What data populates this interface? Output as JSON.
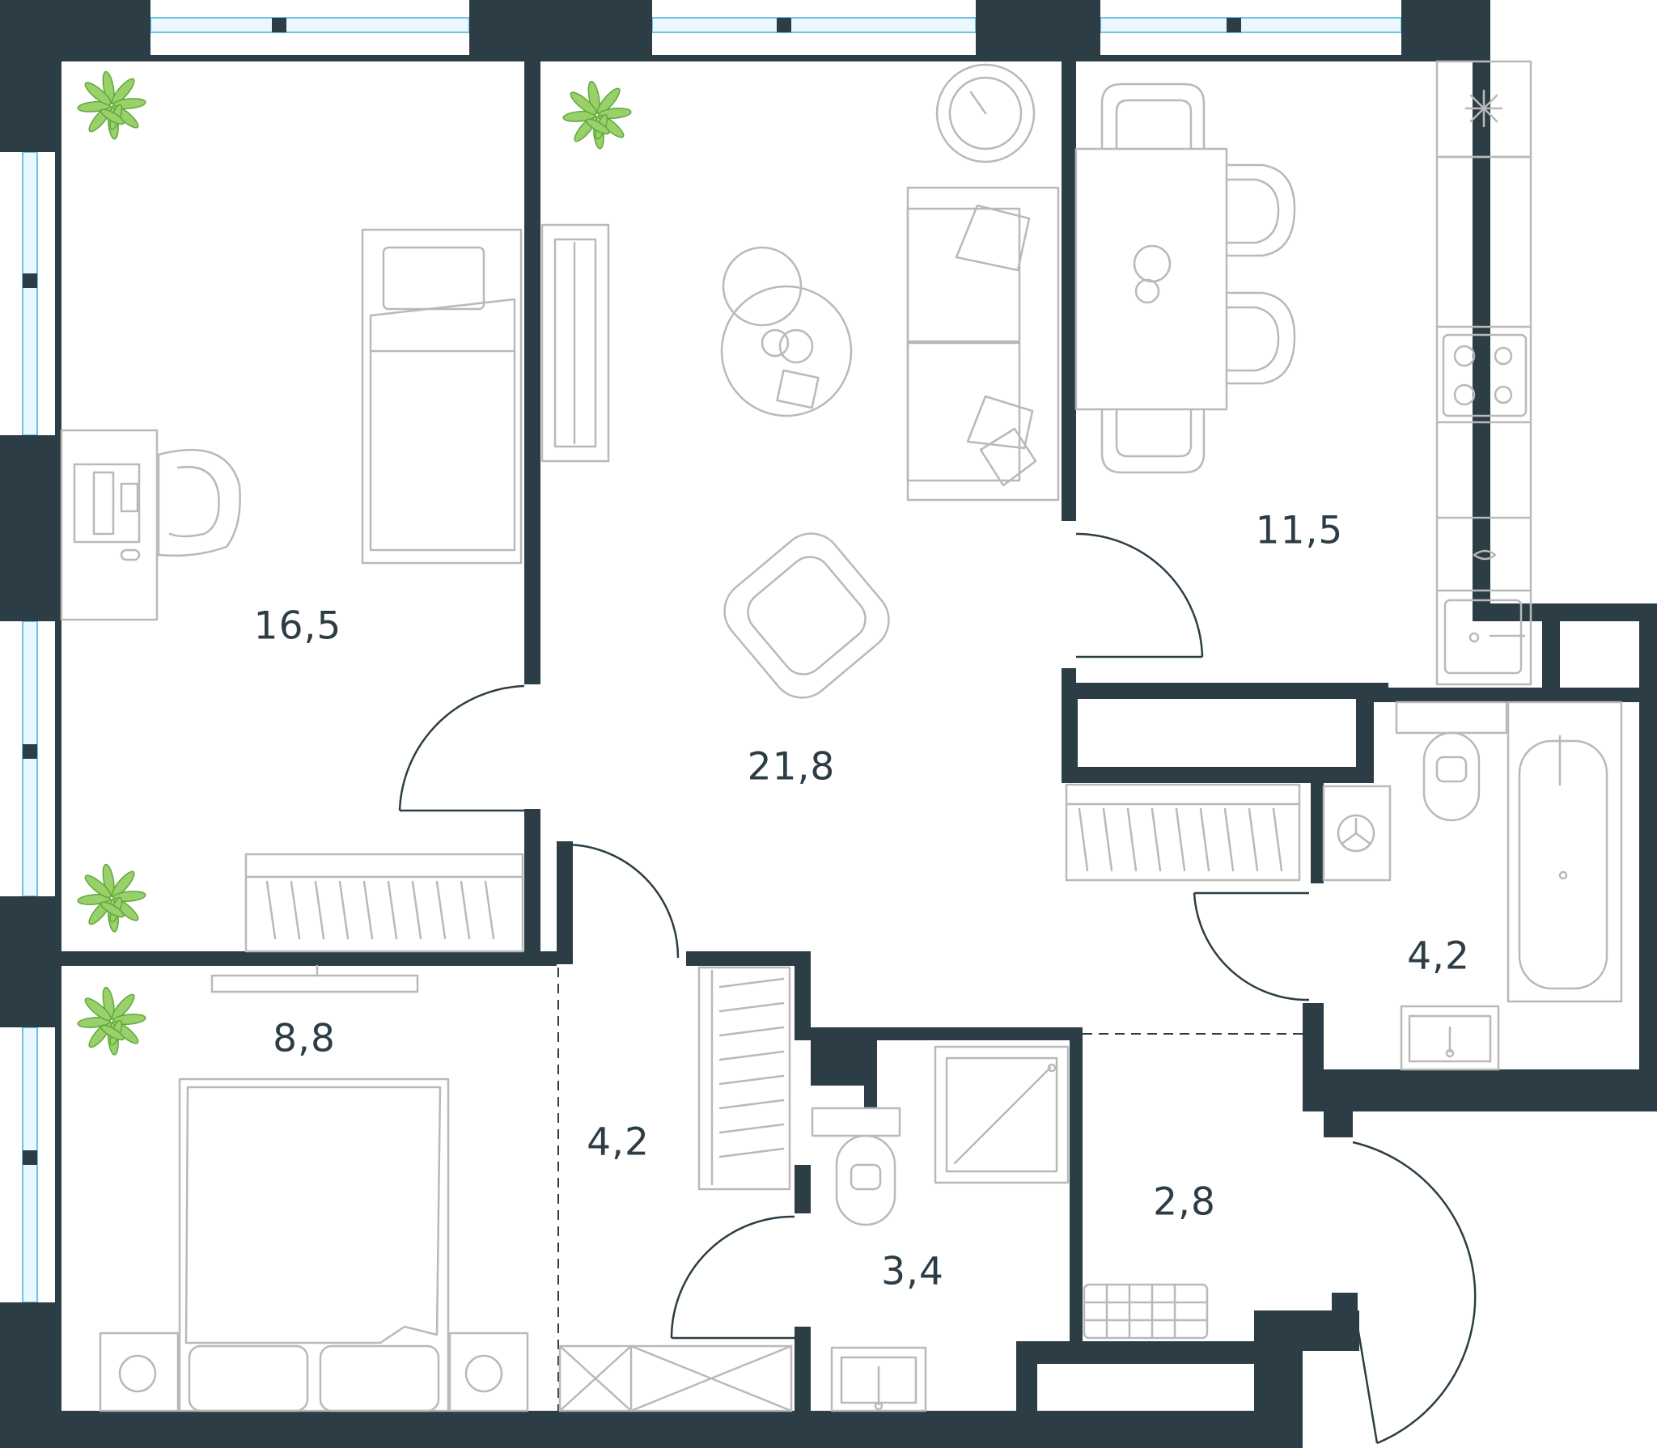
{
  "colors": {
    "wall": "#2c3d45",
    "furniture": "#b9b9b9",
    "glass": "#6fc3e6",
    "plant": "#8cc860",
    "label": "#2c3d45"
  },
  "rooms": [
    {
      "id": "bedroom-1",
      "area": "16,5"
    },
    {
      "id": "living-room",
      "area": "21,8"
    },
    {
      "id": "kitchen",
      "area": "11,5"
    },
    {
      "id": "bedroom-2",
      "area": "8,8"
    },
    {
      "id": "hallway",
      "area": "4,2"
    },
    {
      "id": "bathroom-1",
      "area": "3,4"
    },
    {
      "id": "entrance",
      "area": "2,8"
    },
    {
      "id": "bathroom-2",
      "area": "4,2"
    }
  ],
  "icons": [
    "plant-icon",
    "bed-icon",
    "desk-icon",
    "chair-icon",
    "sofa-icon",
    "coffee-table-icon",
    "armchair-icon",
    "tv-stand-icon",
    "dining-table-icon",
    "stove-icon",
    "sink-icon",
    "fridge-icon",
    "toilet-icon",
    "bathtub-icon",
    "shower-icon",
    "washing-machine-icon",
    "wardrobe-icon",
    "door-swing-icon",
    "window-icon"
  ]
}
